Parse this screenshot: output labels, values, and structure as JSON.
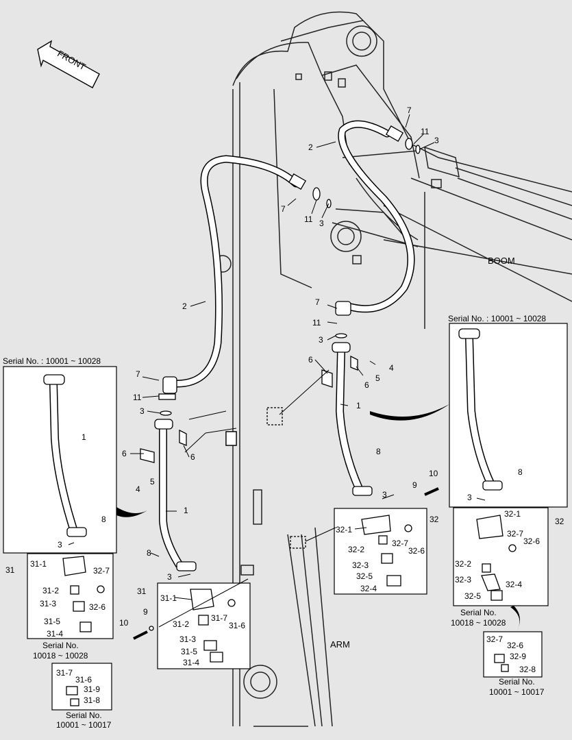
{
  "front_label": "FRONT",
  "boom_label": "BOOM",
  "arm_label": "ARM",
  "serial_labels": {
    "left_top": "Serial No. : 10001 ~ 10028",
    "right_top": "Serial No. : 10001 ~ 10028",
    "left_mid_1": "Serial No.",
    "left_mid_2": "10018 ~ 10028",
    "left_bot_1": "Serial No.",
    "left_bot_2": "10001 ~ 10017",
    "right_mid_1": "Serial No.",
    "right_mid_2": "10018 ~ 10028",
    "right_bot_1": "Serial No.",
    "right_bot_2": "10001 ~ 10017"
  },
  "callouts": {
    "top_7": "7",
    "top_11": "11",
    "top_3": "3",
    "top_2": "2",
    "mid_7": "7",
    "mid_11": "11",
    "mid_3": "3",
    "hose_2": "2",
    "l_7": "7",
    "l_11": "11",
    "l_3": "3",
    "l_6a": "6",
    "l_6b": "6",
    "l_4": "4",
    "l_5": "5",
    "l_1": "1",
    "l_8": "8",
    "l_3b": "3",
    "l_31": "31",
    "l_31_1": "31-1",
    "l_31_7": "31-7",
    "l_31_6": "31-6",
    "l_31_2": "31-2",
    "l_31_3": "31-3",
    "l_31_5": "31-5",
    "l_31_4": "31-4",
    "l_9": "9",
    "l_10": "10",
    "r_7": "7",
    "r_11": "11",
    "r_3": "3",
    "r_6a": "6",
    "r_6b": "6",
    "r_5": "5",
    "r_4": "4",
    "r_1": "1",
    "r_8": "8",
    "r_3b": "3",
    "r_9": "9",
    "r_10": "10",
    "r_32": "32",
    "r_32_1": "32-1",
    "r_32_2": "32-2",
    "r_32_7": "32-7",
    "r_32_6": "32-6",
    "r_32_3": "32-3",
    "r_32_5": "32-5",
    "r_32_4": "32-4",
    "lt_1": "1",
    "lt_8": "8",
    "lt_3": "3",
    "lm_31": "31",
    "lm_31_1": "31-1",
    "lm_32_7": "32-7",
    "lm_31_2": "31-2",
    "lm_32_6": "32-6",
    "lm_31_3": "31-3",
    "lm_31_5": "31-5",
    "lm_31_4": "31-4",
    "lb_31_7": "31-7",
    "lb_31_6": "31-6",
    "lb_31_9": "31-9",
    "lb_31_8": "31-8",
    "rt_8": "8",
    "rt_3": "3",
    "rm_32": "32",
    "rm_32_1": "32-1",
    "rm_32_7": "32-7",
    "rm_32_6": "32-6",
    "rm_32_2": "32-2",
    "rm_32_3": "32-3",
    "rm_32_5": "32-5",
    "rm_32_4": "32-4",
    "rb_32_7": "32-7",
    "rb_32_6": "32-6",
    "rb_32_9": "32-9",
    "rb_32_8": "32-8"
  }
}
